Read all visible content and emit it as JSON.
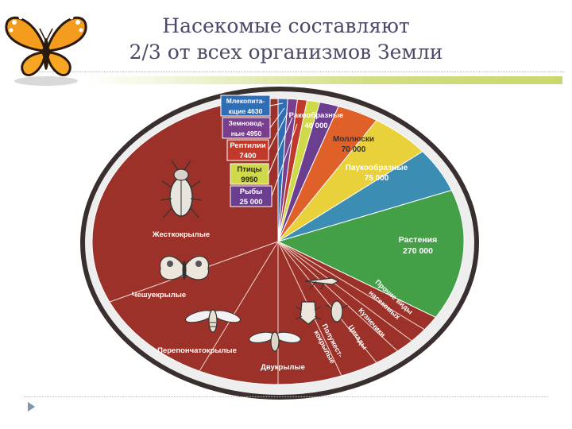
{
  "slide": {
    "title_line1": "Насекомые составляют",
    "title_line2": "2/3 от всех организмов Земли"
  },
  "colors": {
    "insects": "#9b3128",
    "plants": "#43a047",
    "arachnids": "#3c8db3",
    "molluscs": "#e8d13a",
    "crustaceans": "#e0602a",
    "fish": "#6b3e8f",
    "birds": "#cfd94a",
    "reptiles": "#c0392b",
    "amphibians": "#7a3f8c",
    "mammals": "#2f6eb5",
    "ellipse_rim": "#3a2f2f",
    "title": "#4a4a68",
    "accent_rule": "#c9d76c"
  },
  "chart_data": {
    "type": "pie",
    "title": "",
    "slices": [
      {
        "label": "Млекопитающие",
        "value": 4630
      },
      {
        "label": "Земноводные",
        "value": 4950
      },
      {
        "label": "Рептилии",
        "value": 7400
      },
      {
        "label": "Птицы",
        "value": 9950
      },
      {
        "label": "Рыбы",
        "value": 25000
      },
      {
        "label": "Ракообразные",
        "value": 40000
      },
      {
        "label": "Моллюски",
        "value": 70000
      },
      {
        "label": "Паукообразные",
        "value": 75000
      },
      {
        "label": "Растения",
        "value": 270000
      },
      {
        "label": "Насекомые",
        "value": null
      }
    ],
    "insect_groups": [
      "Прочие виды насекомых",
      "Кузнечики",
      "Цикады",
      "Полужесткокрылые",
      "Двукрылые",
      "Перепончатокрылые",
      "Чешуекрылые",
      "Жесткокрылые"
    ],
    "labels": {
      "mammals_1": "Млекопита-",
      "mammals_2": "кщие 4630",
      "amphibians_1": "Земновод-",
      "amphibians_2": "ные 4950",
      "reptiles_1": "Рептилии",
      "reptiles_2": "7400",
      "birds_1": "Птицы",
      "birds_2": "9950",
      "fish_1": "Рыбы",
      "fish_2": "25 000",
      "crustaceans_1": "Ракообразные",
      "crustaceans_2": "40 000",
      "molluscs_1": "Моллюски",
      "molluscs_2": "70 000",
      "arachnids_1": "Паукообразные",
      "arachnids_2": "75 000",
      "plants_1": "Растения",
      "plants_2": "270 000",
      "other_1": "Прочие виды",
      "other_2": "насекомых",
      "grasshoppers": "Кузнечики",
      "cicadas": "Цикады",
      "bugs_1": "Полужест-",
      "bugs_2": "кокрылые",
      "diptera": "Двукрылые",
      "hymenoptera": "Перепончатокрылые",
      "lepidoptera": "Чешуекрылые",
      "coleoptera": "Жесткокрылые"
    }
  }
}
